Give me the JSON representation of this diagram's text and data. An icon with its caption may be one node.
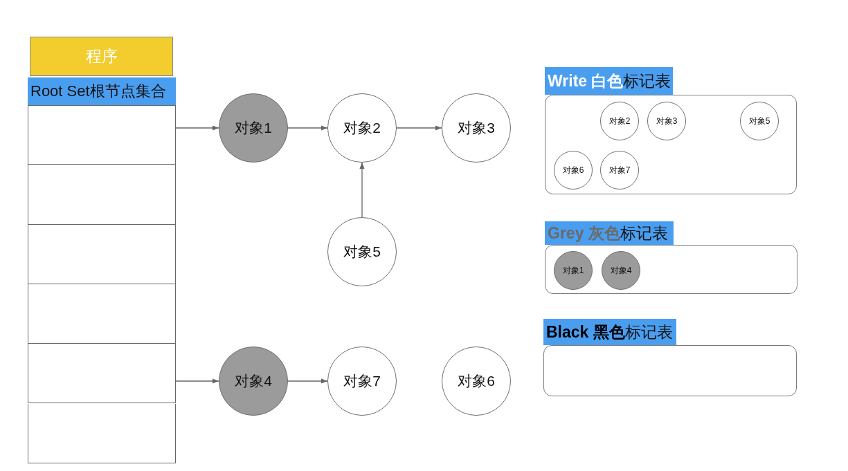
{
  "diagram": {
    "nodes": [
      {
        "text": [
          "程序"
        ]
      },
      {
        "text": [
          "Root Set根节点集合"
        ]
      },
      {
        "text": [],
        "shape": "box"
      },
      {
        "text": [],
        "shape": "box"
      },
      {
        "text": [],
        "shape": "box"
      },
      {
        "text": [],
        "shape": "box"
      },
      {
        "text": [],
        "shape": "box"
      },
      {
        "text": [],
        "shape": "box"
      },
      {
        "text": [
          "对象1"
        ]
      },
      {
        "text": [
          "对象2"
        ]
      },
      {
        "text": [
          "对象3"
        ]
      },
      {
        "text": [
          "对象5"
        ]
      },
      {
        "text": [
          "对象4"
        ]
      },
      {
        "text": [
          "对象7"
        ]
      },
      {
        "text": [
          "对象6"
        ]
      },
      {
        "text": [
          "**Write 白色**标记表"
        ]
      },
      {
        "text": [
          "对象2"
        ],
        "in": 15
      },
      {
        "text": [
          "对象3"
        ],
        "in": 15
      },
      {
        "text": [
          "对象5"
        ],
        "in": 15
      },
      {
        "text": [
          "对象6"
        ],
        "in": 15
      },
      {
        "text": [
          "对象7"
        ],
        "in": 15
      },
      {
        "text": [
          "**Grey 灰色**标记表"
        ]
      },
      {
        "text": [
          "对象1"
        ],
        "in": 21
      },
      {
        "text": [
          "对象4"
        ],
        "in": 21
      },
      {
        "text": [
          "**Black 黑色**标记表"
        ]
      }
    ],
    "edges": [
      {
        "from": 2,
        "to": 8,
        "arrow": "to"
      },
      {
        "from": 8,
        "to": 9,
        "arrow": "to"
      },
      {
        "from": 9,
        "to": 10,
        "arrow": "to"
      },
      {
        "from": 11,
        "to": 9,
        "arrow": "to"
      },
      {
        "from": 6,
        "to": 12,
        "arrow": "to"
      },
      {
        "from": 12,
        "to": 13,
        "arrow": "to"
      }
    ]
  }
}
